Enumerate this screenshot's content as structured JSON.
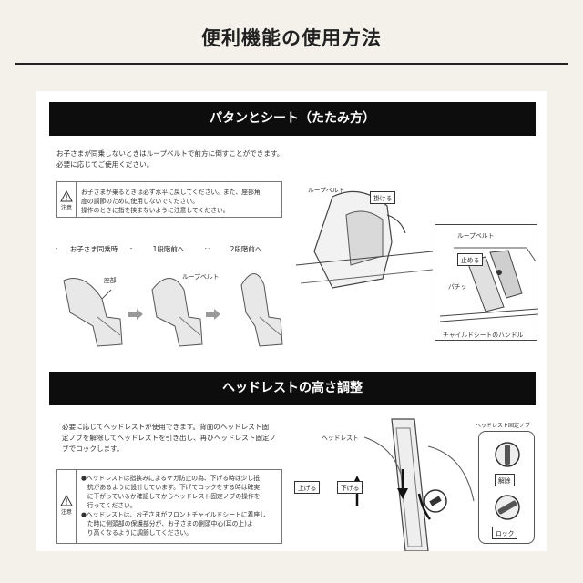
{
  "page": {
    "title": "便利機能の使用方法"
  },
  "section1": {
    "heading": "パタンとシート（たたみ方）",
    "intro_line1": "お子さまが同乗しないときはループベルトで前方に倒すことができます。",
    "intro_line2": "必要に応じてご使用ください。",
    "warning": {
      "icon_label": "注意",
      "line1": "お子さまが乗るときは必ず水平に戻してください。また、座部角",
      "line2": "度の調節のために使用しないでください。",
      "line3": "操作のときに指を挟まないように注意してください。"
    },
    "steps": [
      "お子さま同乗時",
      "1段階前へ",
      "2段階前へ"
    ],
    "labels": {
      "seat": "座部",
      "loop_belt": "ループベルト",
      "loop_belt2": "ループベルト",
      "loop_belt3": "ループベルト",
      "pull": "掛ける",
      "fasten": "止める",
      "click": "パチッ",
      "handle": "チャイルドシートのハンドル"
    }
  },
  "section2": {
    "heading": "ヘッドレストの高さ調整",
    "intro_line1": "必要に応じてヘッドレストが使用できます。背面のヘッドレスト固",
    "intro_line2": "定ノブを解除してヘッドレストを引き出し、再びヘッドレスト固定ノ",
    "intro_line3": "ブでロックします。",
    "warning": {
      "icon_label": "注意",
      "line1": "●ヘッドレストは指挟みによるケガ防止の為、下げる時は少し抵",
      "line2": "　抗があるように設計しています。下げてロックをする時は確実",
      "line3": "　に下がっているか確認してからヘッドレスト固定ノブの操作を",
      "line4": "　行ってください。",
      "line5": "●ヘッドレストは、お子さまがフロントチャイルドシートに着座し",
      "line6": "　た時に側頭部の保護部分が、お子さまの側頭中心(耳の上)よ",
      "line7": "　り高くなるように調節してください。"
    },
    "labels": {
      "headrest": "ヘッドレスト",
      "knob": "ヘッドレスト固定ノブ",
      "up": "上げる",
      "down": "下げる",
      "release": "解除",
      "lock": "ロック"
    }
  }
}
